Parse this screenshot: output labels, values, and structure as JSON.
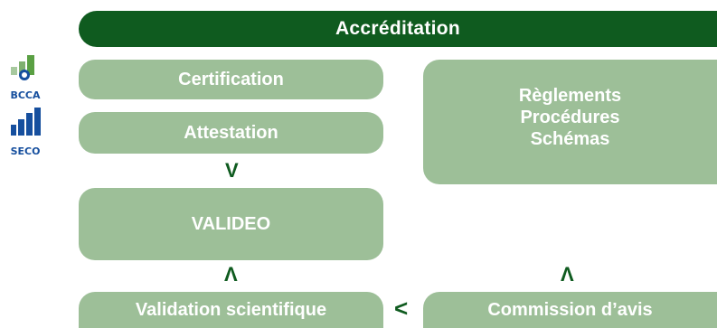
{
  "colors": {
    "banner": "#0f5b1f",
    "box": "#9dbf98",
    "arrow": "#0f5b1f",
    "text": "#ffffff",
    "logo_blue": "#164f9e",
    "logo_green": "#5aa043"
  },
  "logos": {
    "bcca": {
      "label": "BCCA",
      "icon": "bcca-logo-icon"
    },
    "seco": {
      "label": "SECO",
      "icon": "seco-logo-icon"
    }
  },
  "diagram": {
    "banner": "Accréditation",
    "certification": "Certification",
    "attestation": "Attestation",
    "rules": {
      "line1": "Règlements",
      "line2": "Procédures",
      "line3": "Schémas"
    },
    "valideo": "VALIDEO",
    "validation": "Validation scientifique",
    "commission": "Commission d’avis",
    "arrows": {
      "down": "V",
      "up": "Λ",
      "left": "<"
    }
  }
}
